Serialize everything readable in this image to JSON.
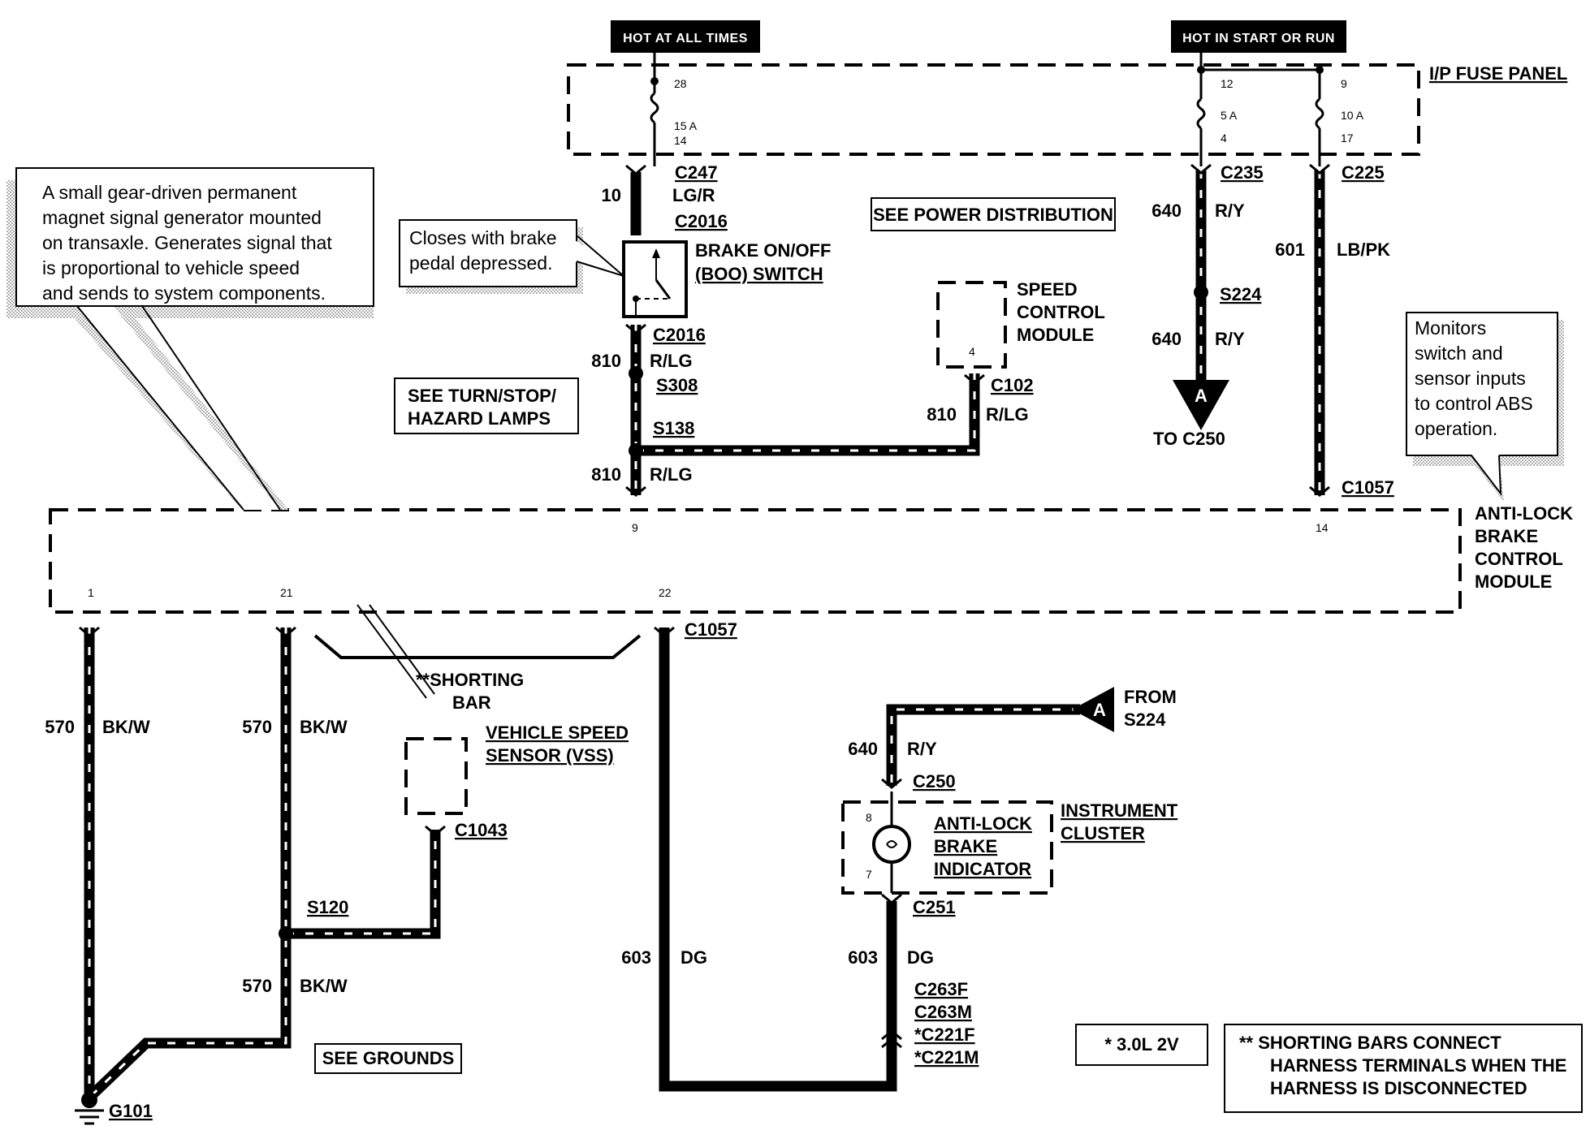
{
  "headers": {
    "hot_at_all_times": "HOT AT ALL TIMES",
    "hot_in_start_or_run": "HOT IN START OR RUN"
  },
  "fuse_panel": {
    "title": "I/P FUSE PANEL",
    "fuse1": {
      "top_pin": "28",
      "rating": "15 A",
      "bottom_pin": "14"
    },
    "fuse2": {
      "top_pin": "12",
      "rating": "5 A",
      "bottom_pin": "4"
    },
    "fuse3": {
      "top_pin": "9",
      "rating": "10 A",
      "bottom_pin": "17"
    }
  },
  "connectors": {
    "c247": "C247",
    "c2016a": "C2016",
    "c2016b": "C2016",
    "c235": "C235",
    "c225": "C225",
    "s224": "S224",
    "s308": "S308",
    "s138": "S138",
    "c102": "C102",
    "c1057a": "C1057",
    "c1057b": "C1057",
    "s120": "S120",
    "c1043": "C1043",
    "c250": "C250",
    "c251": "C251",
    "g101": "G101"
  },
  "c263": [
    "C263F",
    "C263M",
    "*C221F",
    "*C221M"
  ],
  "wires": {
    "w10": {
      "num": "10",
      "color": "LG/R"
    },
    "w640a": {
      "num": "640",
      "color": "R/Y"
    },
    "w640b": {
      "num": "640",
      "color": "R/Y"
    },
    "w601": {
      "num": "601",
      "color": "LB/PK"
    },
    "w810a": {
      "num": "810",
      "color": "R/LG"
    },
    "w810b": {
      "num": "810",
      "color": "R/LG"
    },
    "w810c": {
      "num": "810",
      "color": "R/LG"
    },
    "w570a": {
      "num": "570",
      "color": "BK/W"
    },
    "w570b": {
      "num": "570",
      "color": "BK/W"
    },
    "w570c": {
      "num": "570",
      "color": "BK/W"
    },
    "w603a": {
      "num": "603",
      "color": "DG"
    },
    "w603b": {
      "num": "603",
      "color": "DG"
    },
    "w640c": {
      "num": "640",
      "color": "R/Y"
    }
  },
  "components": {
    "boo_switch": [
      "BRAKE ON/OFF",
      "(BOO) SWITCH"
    ],
    "speed_control": [
      "SPEED",
      "CONTROL",
      "MODULE"
    ],
    "speed_control_pin": "4",
    "abs_module": [
      "ANTI-LOCK",
      "BRAKE",
      "CONTROL",
      "MODULE"
    ],
    "abs_pins": {
      "p9": "9",
      "p14": "14",
      "p1": "1",
      "p21": "21",
      "p22": "22"
    },
    "vss": [
      "VEHICLE SPEED",
      "SENSOR (VSS)"
    ],
    "cluster": [
      "INSTRUMENT",
      "CLUSTER"
    ],
    "indicator": [
      "ANTI-LOCK",
      "BRAKE",
      "INDICATOR"
    ],
    "cluster_pins": {
      "p8": "8",
      "p7": "7"
    }
  },
  "references": {
    "power_distribution": "SEE POWER DISTRIBUTION",
    "turn_stop": [
      "SEE TURN/STOP/",
      "HAZARD LAMPS"
    ],
    "grounds": "SEE GROUNDS"
  },
  "arrows": {
    "to_c250_letter": "A",
    "to_c250": "TO C250",
    "from_letter": "A",
    "from": [
      "FROM",
      "S224"
    ]
  },
  "shorting_bar": [
    "**SHORTING",
    "BAR"
  ],
  "callouts": {
    "sensor": [
      "A small gear-driven permanent",
      "magnet signal generator mounted",
      "on transaxle. Generates signal that",
      "is proportional to vehicle speed",
      "and sends to system components."
    ],
    "switch": [
      "Closes with brake",
      "pedal depressed."
    ],
    "module": [
      "Monitors",
      "switch and",
      "sensor inputs",
      "to control ABS",
      "operation."
    ]
  },
  "footnotes": {
    "engine": "*  3.0L 2V",
    "shorting": [
      "**  SHORTING BARS CONNECT",
      "HARNESS TERMINALS WHEN THE",
      "HARNESS IS DISCONNECTED"
    ]
  }
}
